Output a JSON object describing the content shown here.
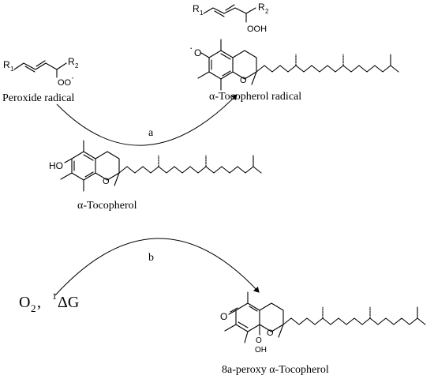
{
  "labels": {
    "peroxide_radical": "Peroxide radical",
    "toco_radical": "α-Tocopherol  radical",
    "alpha_tocopherol": "α-Tocopherol",
    "peroxy_tocopherol": "8a-peroxy  α-Tocopherol",
    "arrow_a": "a",
    "arrow_b": "b",
    "oxygen_base": "O",
    "oxygen_sub": "2",
    "oxygen_comma": ",",
    "singlet_sup": "1",
    "singlet_delta": "ΔG"
  },
  "atoms": {
    "r1": "R",
    "r1_sub": "1",
    "r2": "R",
    "r2_sub": "2",
    "peroxyl": "OO",
    "radical_dot": "·",
    "ooh": "OOH",
    "ring_o": "O",
    "radical_o": "O",
    "hydroxyl": "HO",
    "ketone_o": "O",
    "peroxy_oo": "O",
    "peroxy_oh": "OH"
  },
  "colors": {
    "ink": "#000000",
    "background": "#ffffff"
  }
}
